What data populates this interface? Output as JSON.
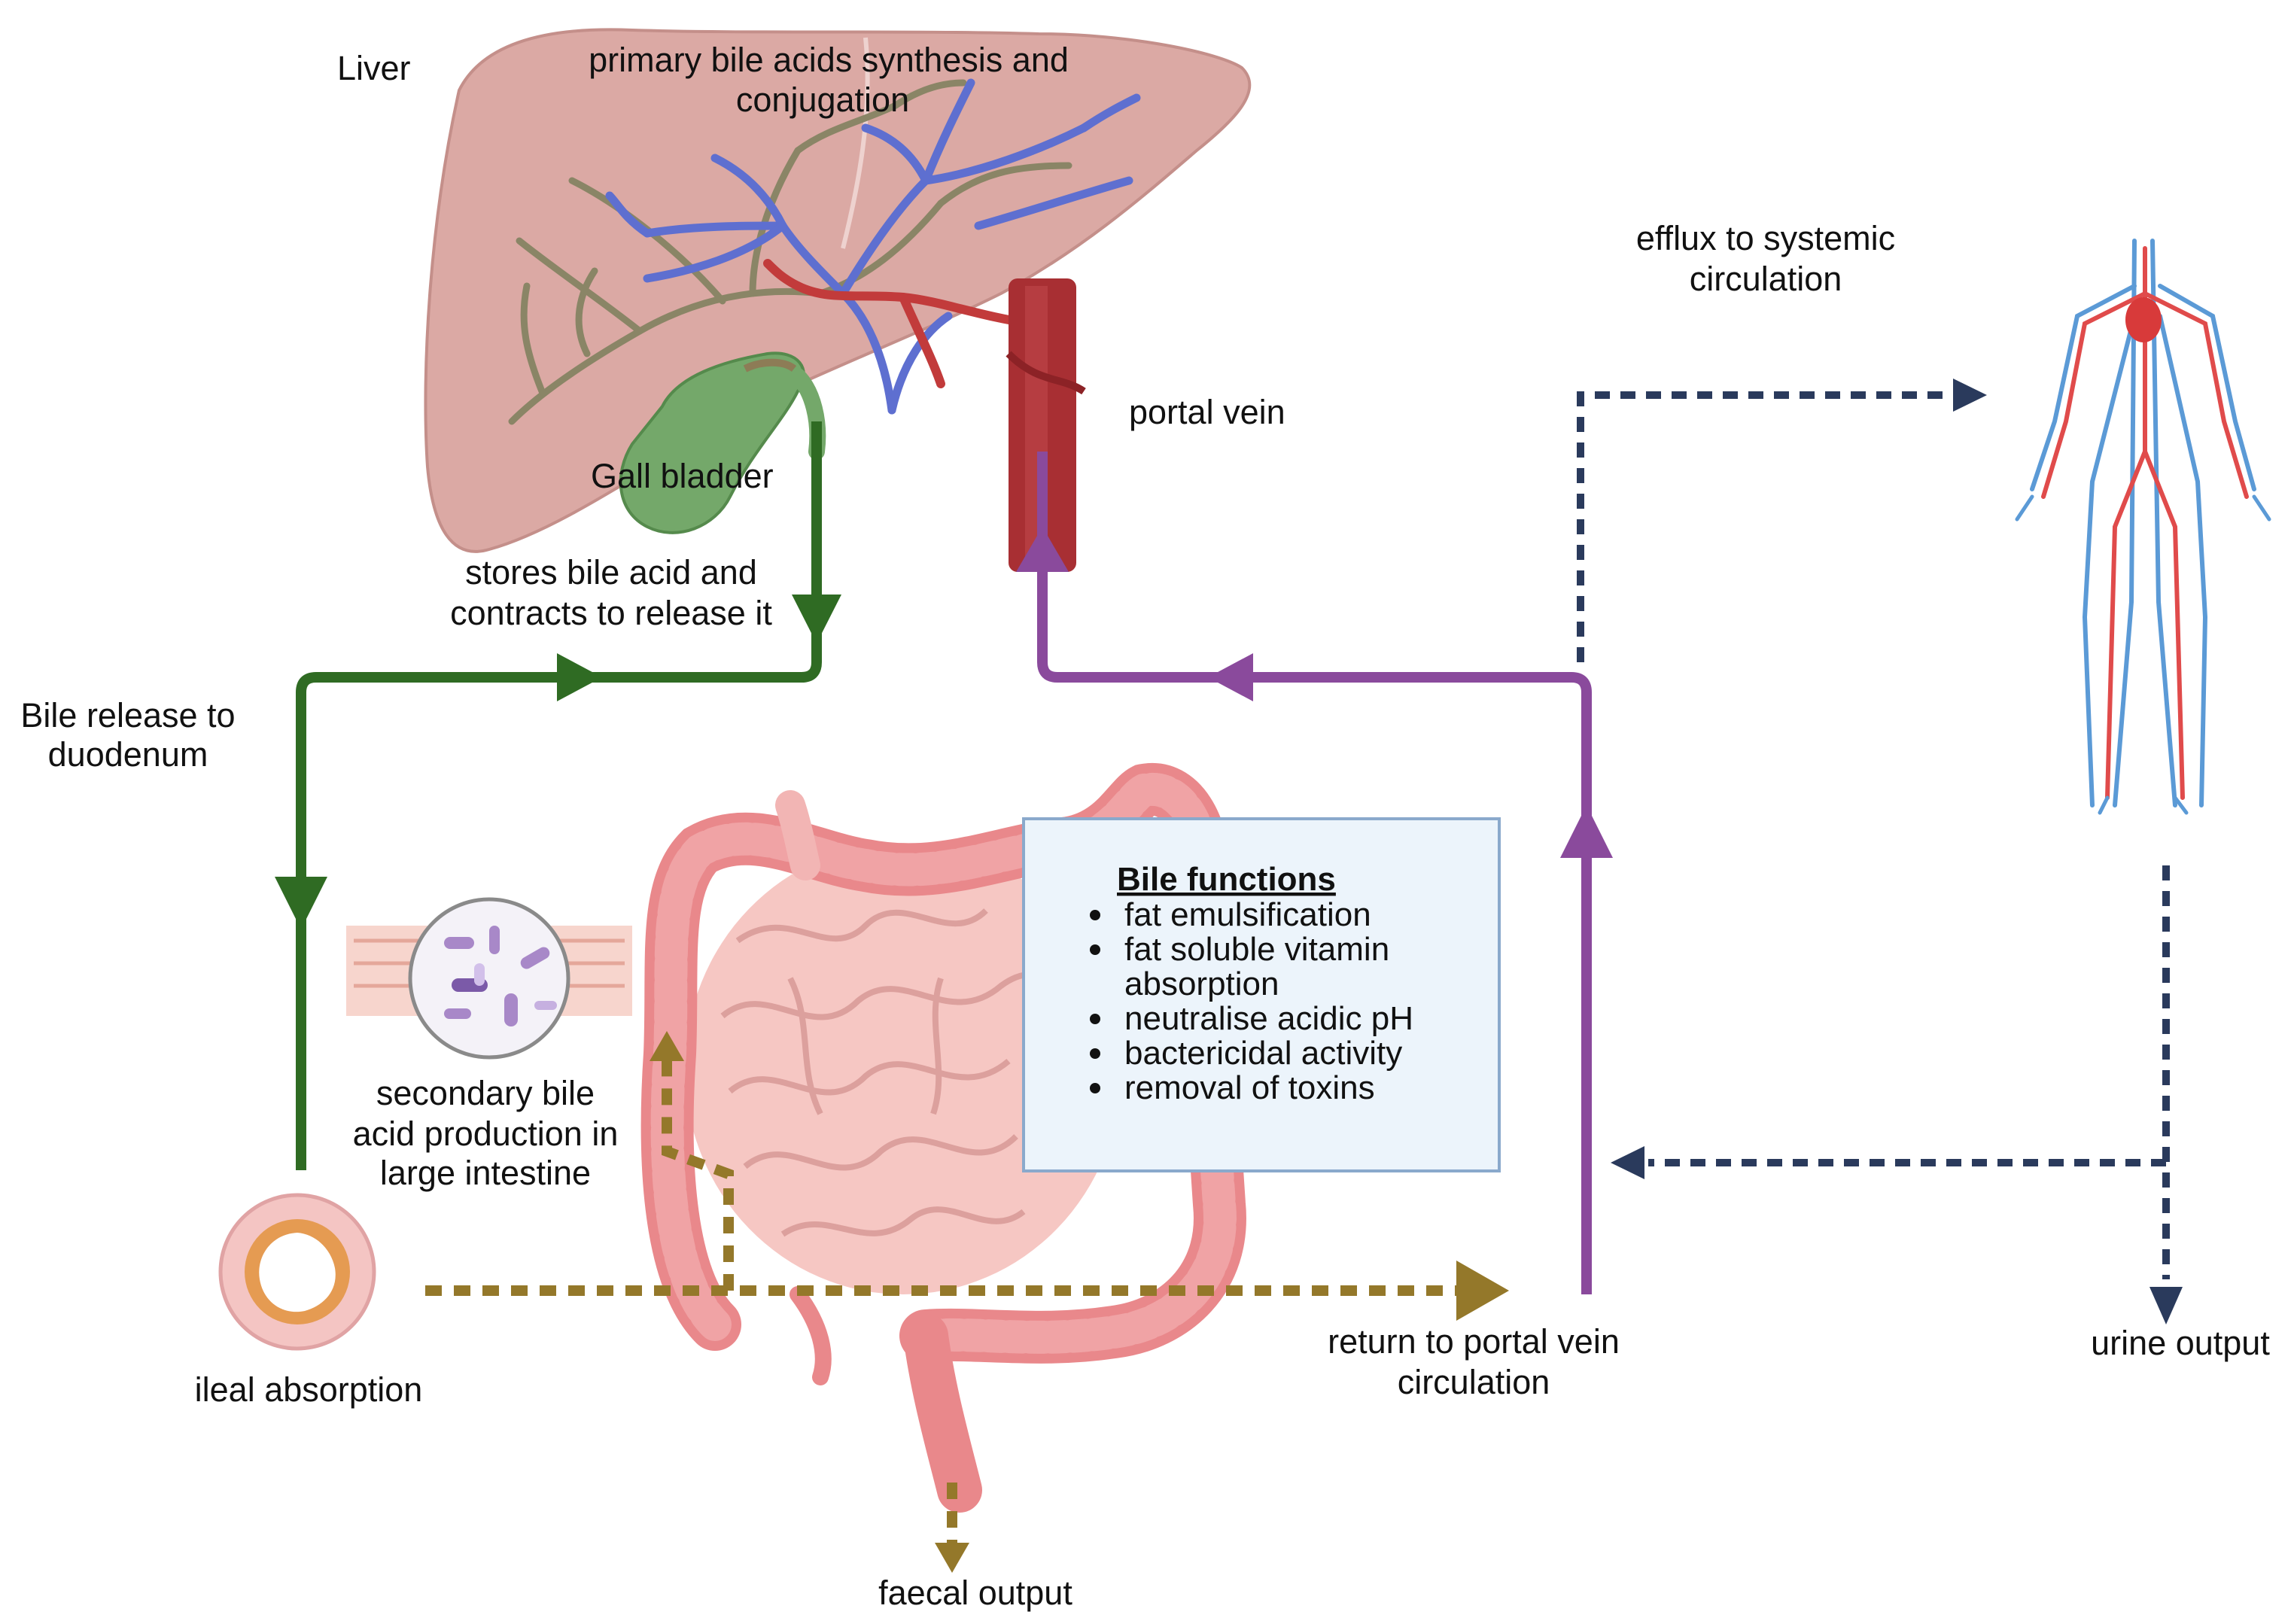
{
  "labels": {
    "liver": "Liver",
    "synthesis_line1": "primary bile acids synthesis and",
    "synthesis_line2": "conjugation",
    "gall_bladder": "Gall bladder",
    "portal_vein": "portal vein",
    "stores_line1": "stores bile acid and",
    "stores_line2": "contracts to release it",
    "bile_release_line1": "Bile release to",
    "bile_release_line2": "duodenum",
    "secondary_line1": "secondary bile",
    "secondary_line2": "acid production in",
    "secondary_line3": "large intestine",
    "ileal_absorption": "ileal absorption",
    "faecal_output": "faecal output",
    "return_line1": "return to portal vein",
    "return_line2": "circulation",
    "efflux_line1": "efflux to systemic",
    "efflux_line2": "circulation",
    "urine_output": "urine output"
  },
  "bile_functions": {
    "title": "Bile functions",
    "items": [
      "fat emulsification",
      "fat soluble vitamin",
      "absorption",
      "neutralise acidic pH",
      "bactericidal activity",
      "removal of toxins"
    ]
  },
  "colors": {
    "bile_green": "#2f6b23",
    "return_purple": "#8a4a9c",
    "reabsorb_olive": "#94782a",
    "systemic_navy": "#2a3a5c",
    "liver": "#dba9a4",
    "intestine": "#f2b5b4",
    "colon": "#e9888b",
    "box_fill": "#ecf4fb",
    "box_border": "#8aa9cc"
  },
  "icons": [
    "liver",
    "gall-bladder",
    "portal-vein",
    "large-intestine",
    "bacteria-magnifier",
    "ileum-cross-section",
    "circulatory-system-human"
  ]
}
